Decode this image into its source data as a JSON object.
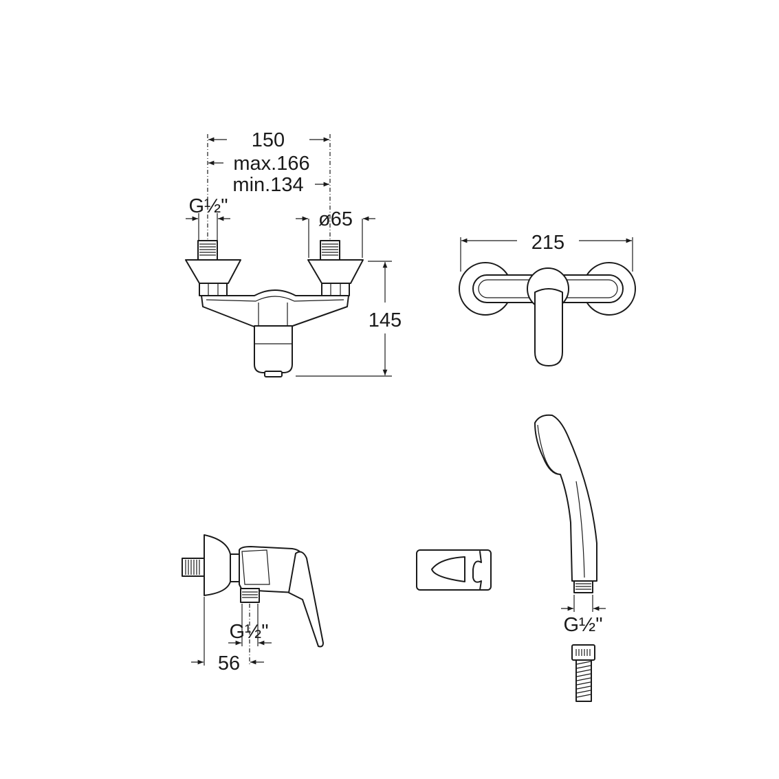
{
  "front_view": {
    "dim_center_distance": "150",
    "dim_max": "max.166",
    "dim_min": "min.134",
    "dim_inlet_thread": "G½\"",
    "dim_escutcheon_diameter": "ø65",
    "dim_height": "145"
  },
  "top_view": {
    "dim_width": "215"
  },
  "side_view": {
    "dim_outlet_thread": "G½\"",
    "dim_depth": "56"
  },
  "hand_shower": {
    "dim_thread": "G½\""
  }
}
